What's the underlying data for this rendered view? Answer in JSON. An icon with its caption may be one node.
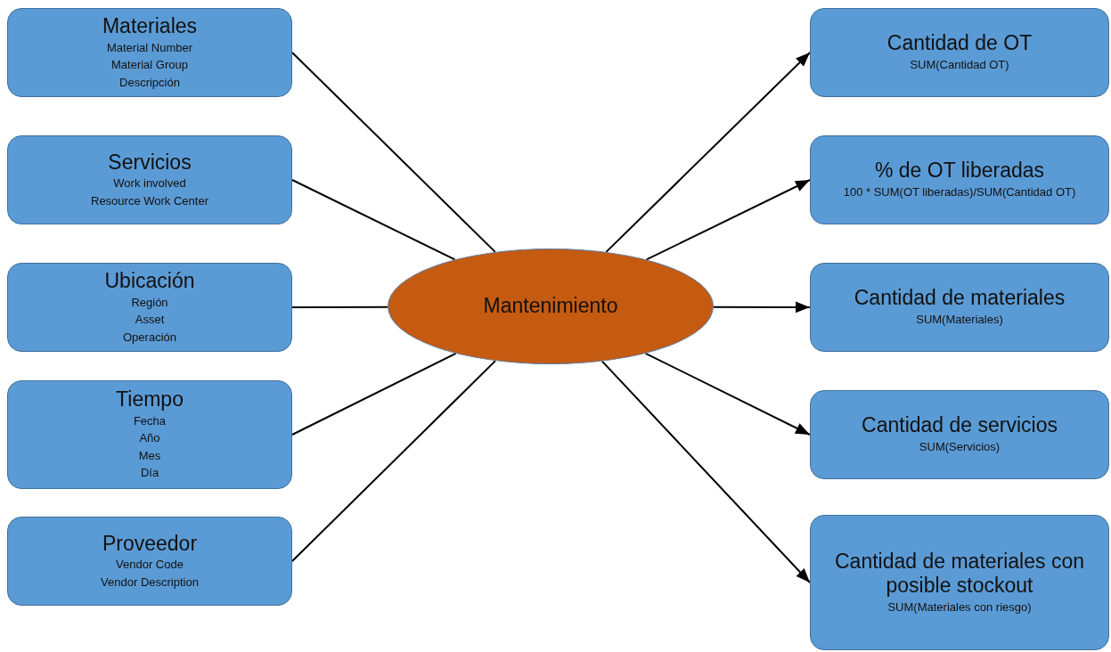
{
  "diagram": {
    "nodes": [
      {
        "text": [
          "Materiales",
          "Material Number",
          "Material Group",
          "Descripción"
        ]
      },
      {
        "text": [
          "Servicios",
          "Work involved",
          "Resource Work Center"
        ]
      },
      {
        "text": [
          "Ubicación",
          "Región",
          "Asset",
          "Operación"
        ]
      },
      {
        "text": [
          "Tiempo",
          "Fecha",
          "Año",
          "Mes",
          "Día"
        ]
      },
      {
        "text": [
          "Proveedor",
          "Vendor Code",
          "Vendor Description"
        ]
      },
      {
        "text": [
          "Mantenimiento"
        ]
      },
      {
        "text": [
          "Cantidad de OT",
          "SUM(Cantidad OT)"
        ]
      },
      {
        "text": [
          "% de OT liberadas",
          "100 * SUM(OT liberadas)/SUM(Cantidad OT)"
        ]
      },
      {
        "text": [
          "Cantidad de materiales",
          "SUM(Materiales)"
        ]
      },
      {
        "text": [
          "Cantidad de servicios",
          "SUM(Servicios)"
        ]
      },
      {
        "text": [
          "Cantidad de materiales con posible stockout",
          "SUM(Materiales con riesgo)"
        ]
      }
    ],
    "edges": [
      {
        "from": 0,
        "to": 5,
        "arrow": "none"
      },
      {
        "from": 1,
        "to": 5,
        "arrow": "none"
      },
      {
        "from": 2,
        "to": 5,
        "arrow": "none"
      },
      {
        "from": 3,
        "to": 5,
        "arrow": "none"
      },
      {
        "from": 4,
        "to": 5,
        "arrow": "none"
      },
      {
        "from": 5,
        "to": 6,
        "arrow": "to"
      },
      {
        "from": 5,
        "to": 7,
        "arrow": "to"
      },
      {
        "from": 5,
        "to": 8,
        "arrow": "to"
      },
      {
        "from": 5,
        "to": 9,
        "arrow": "to"
      },
      {
        "from": 5,
        "to": 10,
        "arrow": "to"
      }
    ]
  }
}
